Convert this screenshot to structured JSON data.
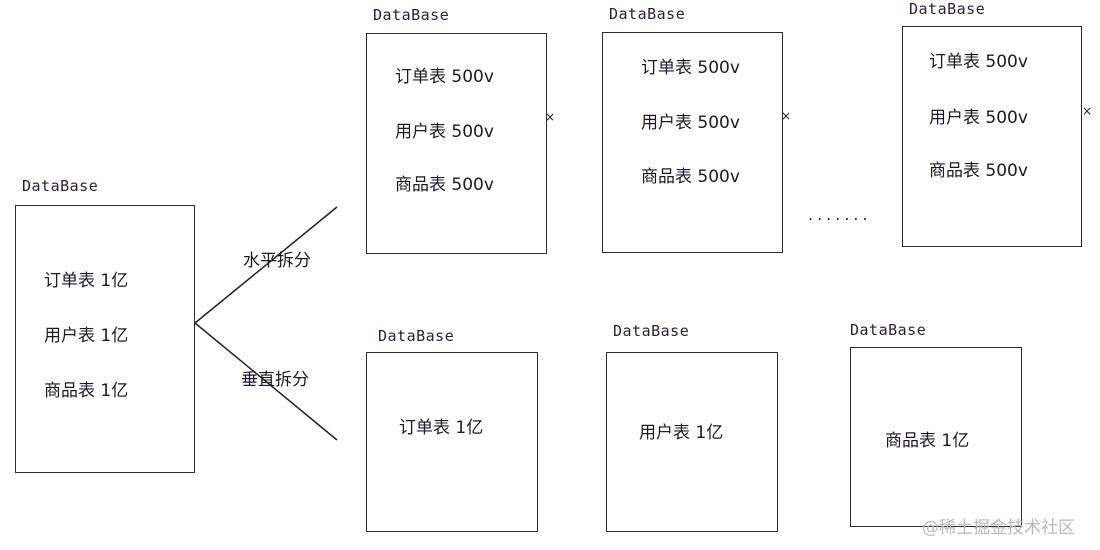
{
  "source": {
    "label": "DataBase",
    "rows": [
      "订单表 1亿",
      "用户表 1亿",
      "商品表 1亿"
    ]
  },
  "edges": {
    "horizontal": "水平拆分",
    "vertical": "垂直拆分"
  },
  "horizontal_shards": [
    {
      "label": "DataBase",
      "rows": [
        "订单表 500v",
        "用户表 500v",
        "商品表 500v"
      ]
    },
    {
      "label": "DataBase",
      "rows": [
        "订单表 500v",
        "用户表 500v",
        "商品表 500v"
      ]
    },
    {
      "label": "DataBase",
      "rows": [
        "订单表 500v",
        "用户表 500v",
        "商品表 500v"
      ]
    }
  ],
  "ellipsis": ".......",
  "vertical_shards": [
    {
      "label": "DataBase",
      "row": "订单表 1亿"
    },
    {
      "label": "DataBase",
      "row": "用户表 1亿"
    },
    {
      "label": "DataBase",
      "row": "商品表 1亿"
    }
  ],
  "watermark": "@稀土掘金技术社区"
}
